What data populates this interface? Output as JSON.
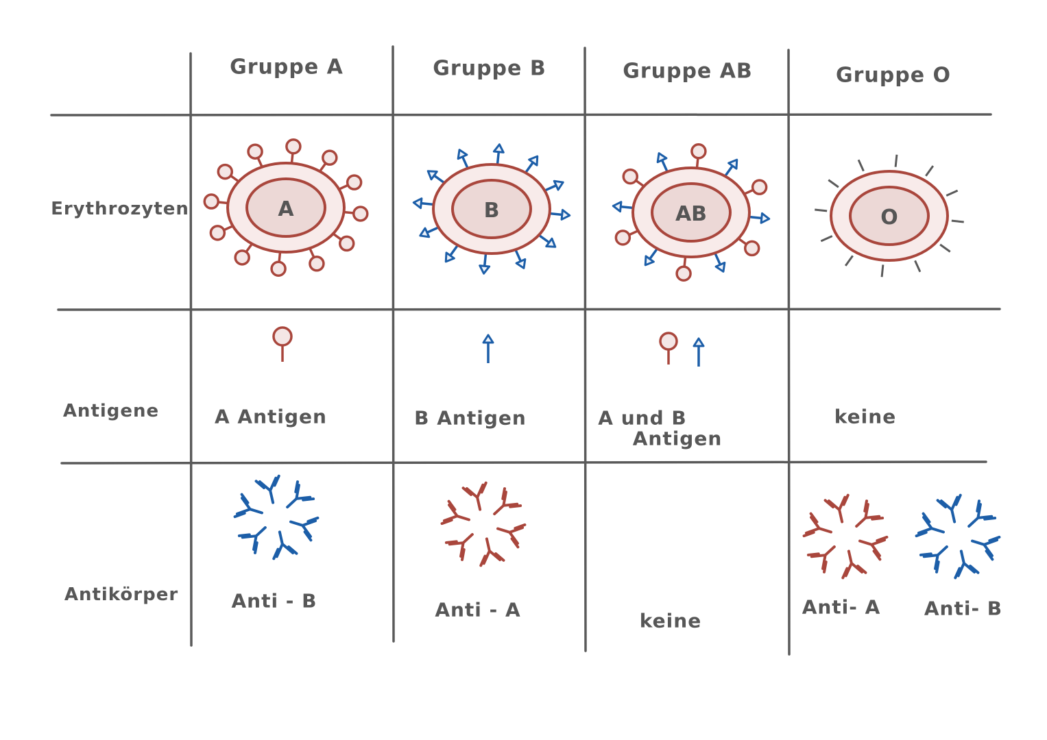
{
  "colors": {
    "grid": "#5a5a5a",
    "red": "#a9463c",
    "blue": "#1c5ea8",
    "gray": "#555555",
    "cell_fill": "#f8ebea",
    "nucleus_fill": "#ecd8d6"
  },
  "columns": [
    {
      "header": "Gruppe A",
      "cell_label": "A",
      "antigen_text": "A Antigen",
      "antibody_text": "Anti - B"
    },
    {
      "header": "Gruppe B",
      "cell_label": "B",
      "antigen_text": "B Antigen",
      "antibody_text": "Anti - A"
    },
    {
      "header": "Gruppe AB",
      "cell_label": "AB",
      "antigen_text_line1": "A und B",
      "antigen_text_line2": "Antigen",
      "antibody_text": "keine"
    },
    {
      "header": "Gruppe O",
      "cell_label": "O",
      "antigen_text": "keine",
      "antibody_text_1": "Anti- A",
      "antibody_text_2": "Anti- B"
    }
  ],
  "rows": {
    "erythrocytes": "Erythrozyten",
    "antigens": "Antigene",
    "antibodies": "Antikörper"
  }
}
